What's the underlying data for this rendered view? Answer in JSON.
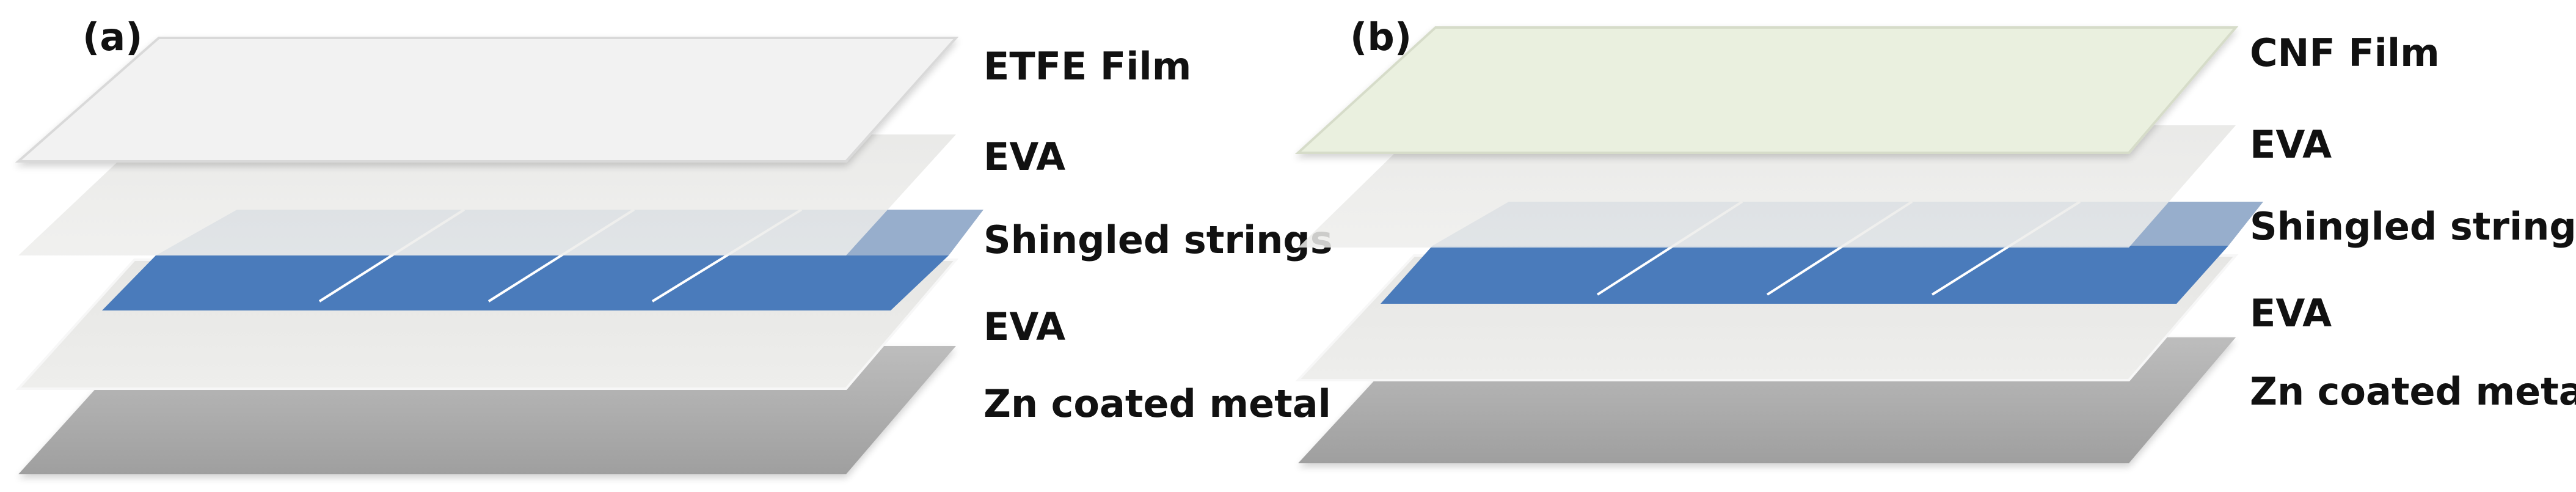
{
  "colors": {
    "etfe": "#f2f2f2",
    "cnf": "#eaf0df",
    "eva": "#e3e3e1",
    "cells_top": "#8fa8c8",
    "cells_front": "#4a7bbb",
    "cell_lines": "#ffffff",
    "metal_top": "#bdbdbd",
    "metal_bottom": "#a4a4a4",
    "edge": "#d6d6d6"
  },
  "panels": [
    {
      "id": "a",
      "label": "(a)",
      "film_color_key": "etfe",
      "layers": [
        {
          "name": "ETFE Film",
          "type": "film"
        },
        {
          "name": "EVA",
          "type": "eva"
        },
        {
          "name": "Shingled strings",
          "type": "cells"
        },
        {
          "name": "EVA",
          "type": "eva"
        },
        {
          "name": "Zn coated metal",
          "type": "metal"
        }
      ]
    },
    {
      "id": "b",
      "label": "(b)",
      "film_color_key": "cnf",
      "layers": [
        {
          "name": "CNF Film",
          "type": "film"
        },
        {
          "name": "EVA",
          "type": "eva"
        },
        {
          "name": "Shingled strings",
          "type": "cells"
        },
        {
          "name": "EVA",
          "type": "eva"
        },
        {
          "name": "Zn coated metal",
          "type": "metal"
        }
      ]
    }
  ]
}
